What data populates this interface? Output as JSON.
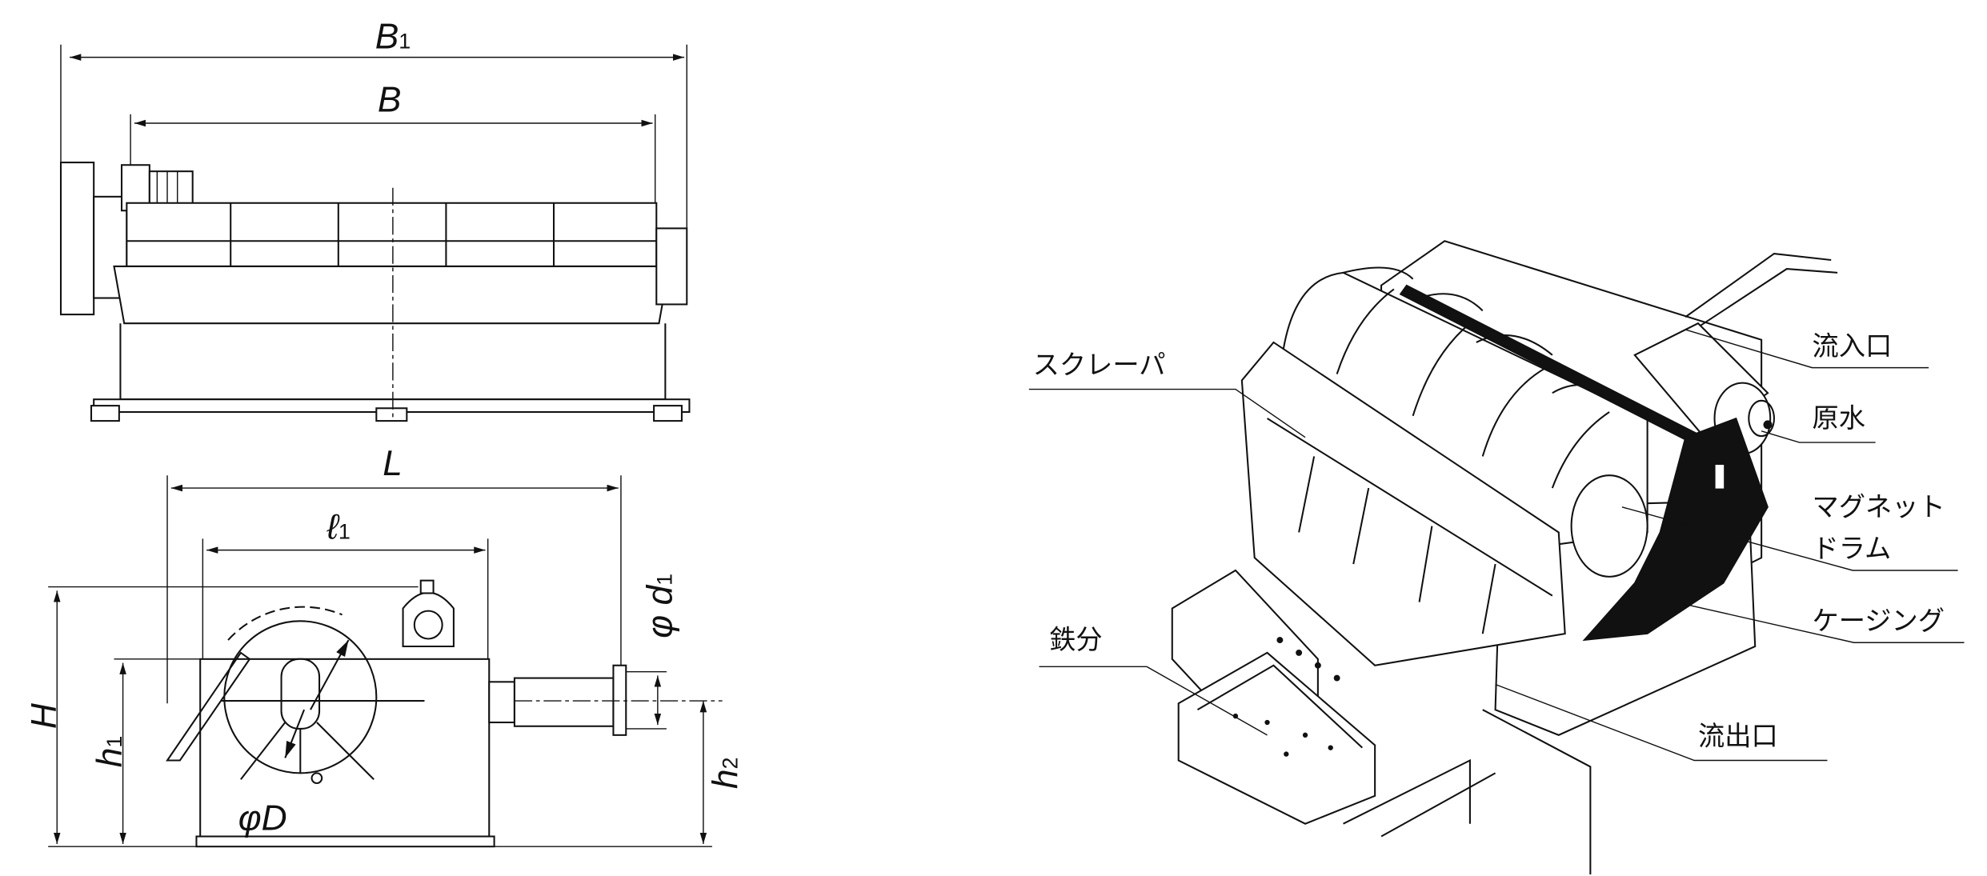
{
  "dimensions": {
    "B1": {
      "main": "B",
      "sub": "1"
    },
    "B": {
      "main": "B"
    },
    "L": {
      "main": "L"
    },
    "l1": {
      "main": "ℓ",
      "sub": "1"
    },
    "H": {
      "main": "H"
    },
    "h1": {
      "main": "h",
      "sub": "1"
    },
    "h2": {
      "main": "h",
      "sub": "2"
    },
    "phi_d1": {
      "main": "φ d",
      "sub": "1"
    },
    "phi_D": {
      "main": "φD"
    }
  },
  "callouts": {
    "scraper": "スクレーパ",
    "inlet": "流入口",
    "raw_water": "原水",
    "magnet_drum_line1": "マグネット",
    "magnet_drum_line2": "ドラム",
    "casing": "ケージング",
    "iron": "鉄分",
    "outlet": "流出口"
  },
  "colors": {
    "line": "#111111",
    "background": "#ffffff"
  }
}
